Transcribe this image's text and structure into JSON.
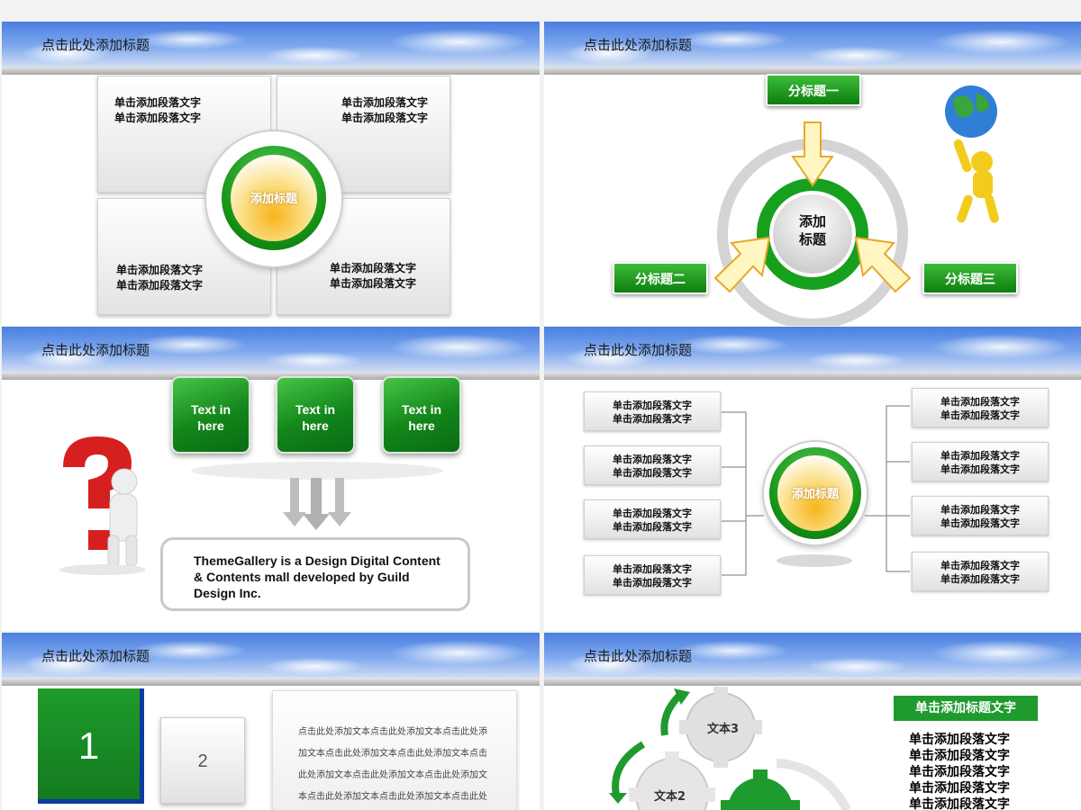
{
  "slide_title": "点击此处添加标题",
  "slide1": {
    "para_line": "单击添加段落文字",
    "center_label": "添加标题"
  },
  "slide2": {
    "center_line1": "添加",
    "center_line2": "标题",
    "sub1": "分标题一",
    "sub2": "分标题二",
    "sub3": "分标题三"
  },
  "slide3": {
    "tile_line1": "Text in",
    "tile_line2": "here",
    "box_line1": "ThemeGallery is a Design Digital Content",
    "box_line2": "& Contents mall developed by Guild",
    "box_line3": "Design Inc."
  },
  "slide4": {
    "para_line": "单击添加段落文字",
    "center_label": "添加标题"
  },
  "slide5": {
    "num1": "1",
    "num2": "2",
    "lines": [
      "点击此处添加文本点击此处添加文本点击此处添",
      "加文本点击此处添加文本点击此处添加文本点击",
      "此处添加文本点击此处添加文本点击此处添加文",
      "本点击此处添加文本点击此处添加文本点击此处"
    ]
  },
  "slide6": {
    "title_text": "单击添加标题文字",
    "para_line": "单击添加段落文字",
    "gear3": "文本3",
    "gear2": "文本2"
  },
  "colors": {
    "brand_green": "#159215",
    "accent_yellow": "#f7b51c",
    "sky_blue": "#4a7fe0"
  }
}
